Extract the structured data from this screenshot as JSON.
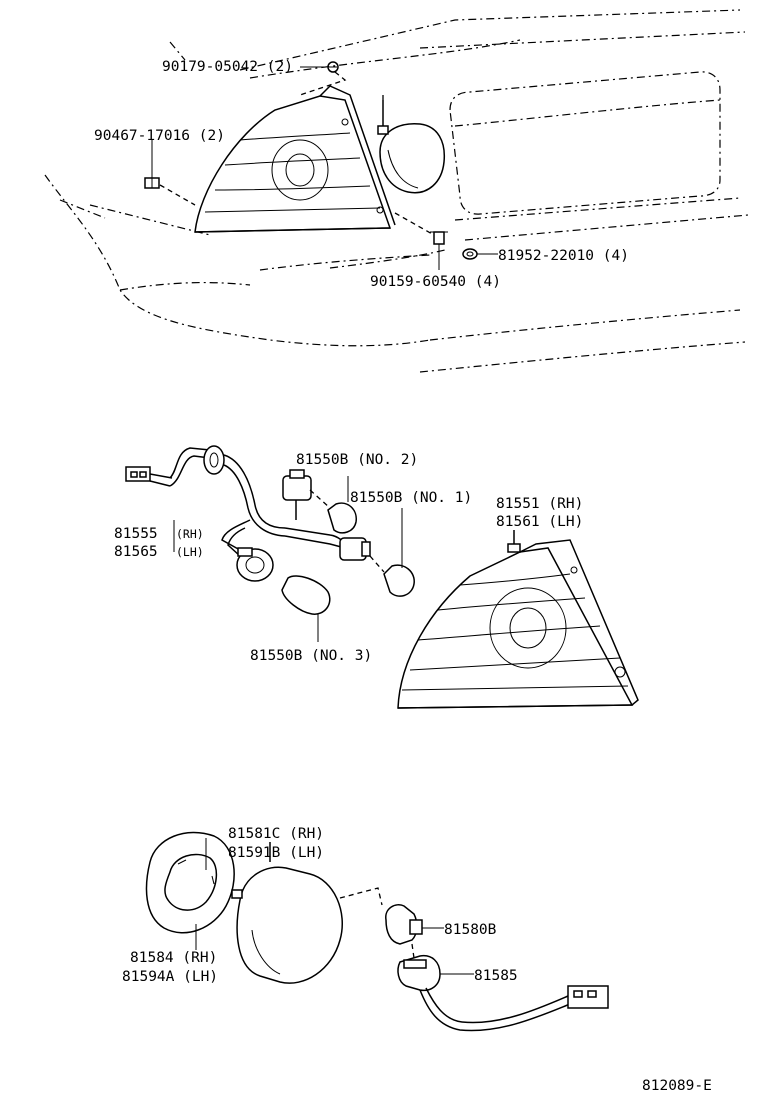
{
  "diagram_id": "812089-E",
  "labels": {
    "l90179": "90179-05042 (2)",
    "l90467": "90467-17016 (2)",
    "l81952": "81952-22010 (4)",
    "l90159": "90159-60540 (4)",
    "l81550b_no2": "81550B (NO. 2)",
    "l81550b_no1": "81550B (NO. 1)",
    "l81551": "81551 (RH)",
    "l81561": "81561 (LH)",
    "l81555": "81555",
    "l81555_side": "(RH)",
    "l81565": "81565",
    "l81565_side": "(LH)",
    "l81550b_no3": "81550B (NO. 3)",
    "l81581c": "81581C (RH)",
    "l81591b": "81591B (LH)",
    "l81580b": "81580B",
    "l81585": "81585",
    "l81584": "81584 (RH)",
    "l81594a": "81594A (LH)"
  }
}
